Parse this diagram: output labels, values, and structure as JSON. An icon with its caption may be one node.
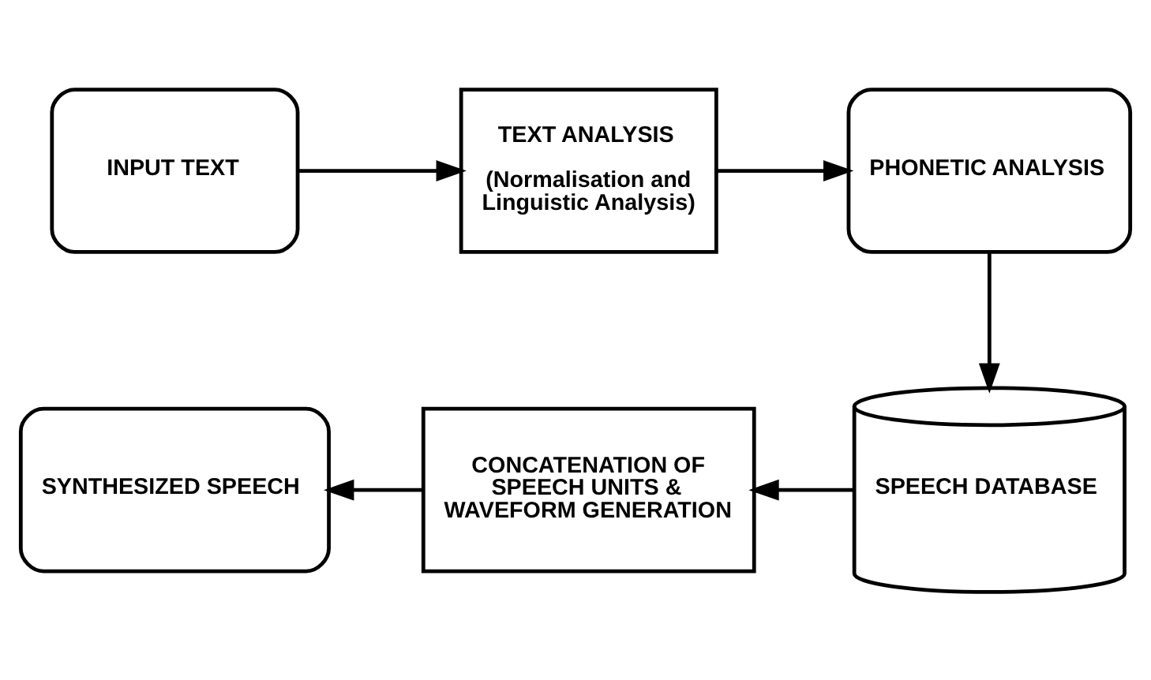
{
  "diagram": {
    "nodes": [
      {
        "text": [
          "INPUT TEXT"
        ]
      },
      {
        "text": [
          "TEXT ANALYSIS",
          "(Normalisation and Linguistic Analysis)"
        ]
      },
      {
        "text": [
          "PHONETIC ANALYSIS"
        ]
      },
      {
        "text": [
          "SPEECH DATABASE"
        ]
      },
      {
        "text": [
          "CONCATENATION OF SPEECH UNITS & WAVEFORM GENERATION"
        ]
      },
      {
        "text": [
          "SYNTHESIZED SPEECH"
        ]
      }
    ],
    "edges": [
      {
        "from": 0,
        "to": 1,
        "arrow": "to"
      },
      {
        "from": 1,
        "to": 2,
        "arrow": "to"
      },
      {
        "from": 2,
        "to": 3,
        "arrow": "to"
      },
      {
        "from": 3,
        "to": 4,
        "arrow": "to"
      },
      {
        "from": 4,
        "to": 5,
        "arrow": "to"
      }
    ]
  }
}
